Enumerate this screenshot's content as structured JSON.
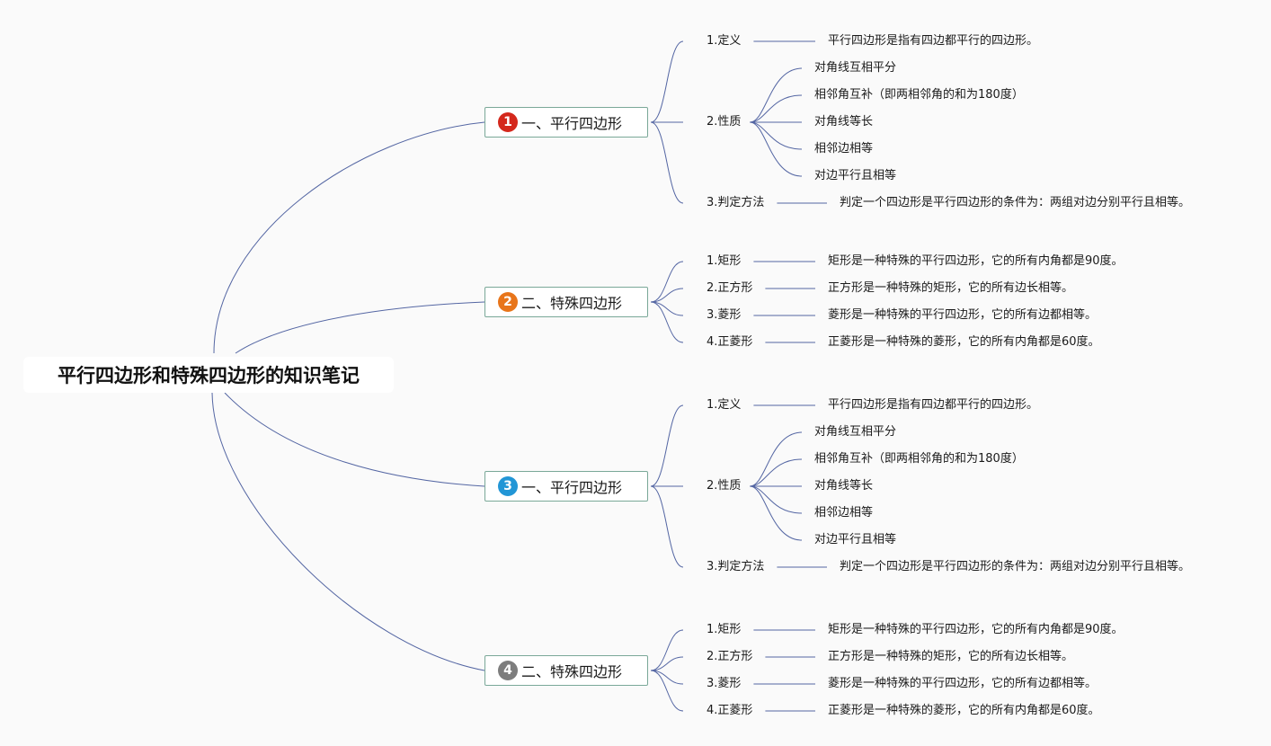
{
  "root": {
    "title": "平行四边形和特殊四边形的知识笔记"
  },
  "line_color": "#5466a3",
  "branches": [
    {
      "number": "1",
      "badge_color": "#d4281c",
      "title": "一、平行四边形",
      "children": [
        {
          "label": "1.定义",
          "details": [
            "平行四边形是指有四边都平行的四边形。"
          ]
        },
        {
          "label": "2.性质",
          "details": [
            "对角线互相平分",
            "相邻角互补（即两相邻角的和为180度）",
            "对角线等长",
            "相邻边相等",
            "对边平行且相等"
          ]
        },
        {
          "label": "3.判定方法",
          "details": [
            "判定一个四边形是平行四边形的条件为：两组对边分别平行且相等。"
          ]
        }
      ]
    },
    {
      "number": "2",
      "badge_color": "#e8751a",
      "title": "二、特殊四边形",
      "children": [
        {
          "label": "1.矩形",
          "details": [
            "矩形是一种特殊的平行四边形，它的所有内角都是90度。"
          ]
        },
        {
          "label": "2.正方形",
          "details": [
            "正方形是一种特殊的矩形，它的所有边长相等。"
          ]
        },
        {
          "label": "3.菱形",
          "details": [
            "菱形是一种特殊的平行四边形，它的所有边都相等。"
          ]
        },
        {
          "label": "4.正菱形",
          "details": [
            "正菱形是一种特殊的菱形，它的所有内角都是60度。"
          ]
        }
      ]
    },
    {
      "number": "3",
      "badge_color": "#2296d6",
      "title": "一、平行四边形",
      "children": [
        {
          "label": "1.定义",
          "details": [
            "平行四边形是指有四边都平行的四边形。"
          ]
        },
        {
          "label": "2.性质",
          "details": [
            "对角线互相平分",
            "相邻角互补（即两相邻角的和为180度）",
            "对角线等长",
            "相邻边相等",
            "对边平行且相等"
          ]
        },
        {
          "label": "3.判定方法",
          "details": [
            "判定一个四边形是平行四边形的条件为：两组对边分别平行且相等。"
          ]
        }
      ]
    },
    {
      "number": "4",
      "badge_color": "#7d7d7d",
      "title": "二、特殊四边形",
      "children": [
        {
          "label": "1.矩形",
          "details": [
            "矩形是一种特殊的平行四边形，它的所有内角都是90度。"
          ]
        },
        {
          "label": "2.正方形",
          "details": [
            "正方形是一种特殊的矩形，它的所有边长相等。"
          ]
        },
        {
          "label": "3.菱形",
          "details": [
            "菱形是一种特殊的平行四边形，它的所有边都相等。"
          ]
        },
        {
          "label": "4.正菱形",
          "details": [
            "正菱形是一种特殊的菱形，它的所有内角都是60度。"
          ]
        }
      ]
    }
  ]
}
